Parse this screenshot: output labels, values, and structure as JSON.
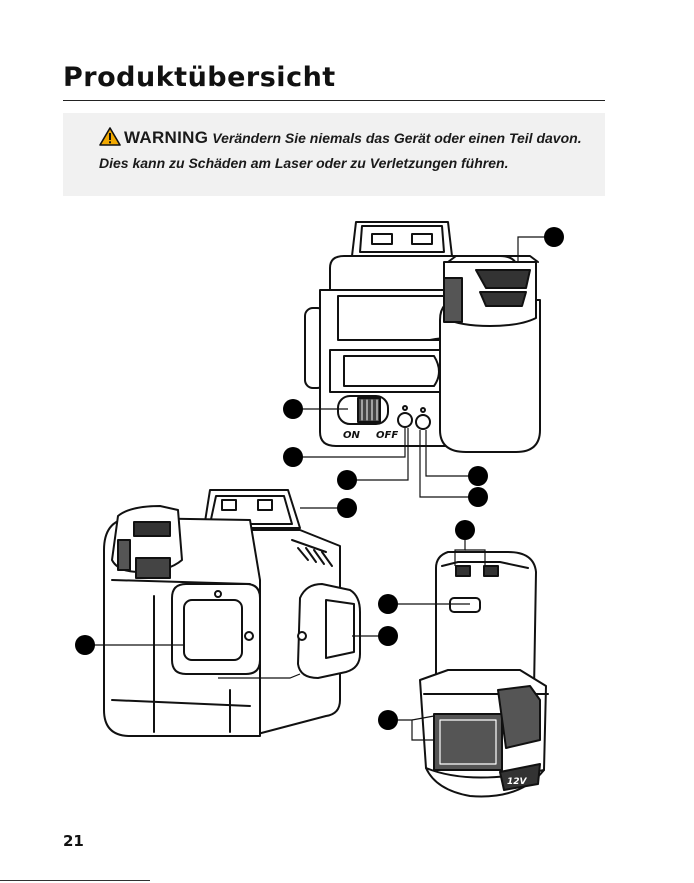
{
  "page": {
    "title": "Produktübersicht",
    "page_number": "21"
  },
  "warning": {
    "label": "WARNING",
    "text_line1": "Verändern Sie niemals das Gerät oder einen Teil davon.",
    "text_line2": "Dies kann zu Schäden am Laser oder zu Verletzungen führen.",
    "icon": "warning-triangle-icon",
    "icon_color": "#f2a900"
  },
  "illustration": {
    "switch_label_left": "ON",
    "switch_label_right": "OFF",
    "housing_marking": "12V"
  }
}
